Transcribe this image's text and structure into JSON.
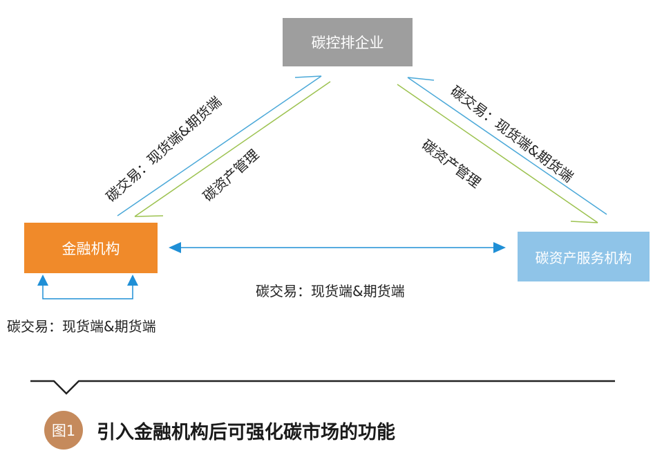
{
  "nodes": {
    "top": "碳控排企业",
    "left": "金融机构",
    "right": "碳资产服务机构"
  },
  "labels": {
    "left_trade": "碳交易：现货端&期货端",
    "left_mgmt": "碳资产管理",
    "right_trade": "碳交易：现货端&期货端",
    "right_mgmt": "碳资产管理",
    "middle_trade": "碳交易：现货端&期货端",
    "bottom_left_trade": "碳交易：现货端&期货端"
  },
  "caption": {
    "badge": "图1",
    "text": "引入金融机构后可强化碳市场的功能"
  },
  "colors": {
    "top_box": "#9e9e9e",
    "left_box": "#f08a2a",
    "right_box": "#8fc4e8",
    "trade_line": "#4aa8d8",
    "mgmt_line": "#9cc24f",
    "caption_badge": "#c58a5c"
  }
}
